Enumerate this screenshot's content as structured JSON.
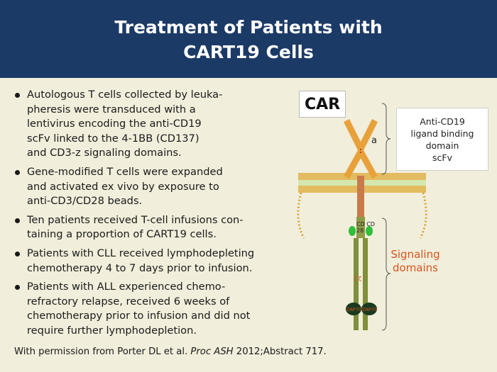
{
  "title": {
    "line1": "Treatment of Patients with",
    "line2": "CART19 Cells"
  },
  "bullets": [
    {
      "lines": [
        "Autologous T cells collected by leuka-",
        "pheresis were transduced with a",
        "lentivirus encoding the anti-CD19",
        "scFv linked to the 4-1BB (CD137)",
        "and CD3-z signaling domains."
      ]
    },
    {
      "lines": [
        "Gene-modified T cells were expanded",
        "and activated ex vivo by exposure to",
        "anti-CD3/CD28 beads."
      ]
    },
    {
      "lines": [
        "Ten patients received T-cell infusions con-",
        "taining a proportion of CART19 cells."
      ]
    },
    {
      "lines": [
        "Patients with CLL received lymphodepleting",
        "chemotherapy 4 to 7 days prior to infusion."
      ]
    },
    {
      "lines": [
        "Patients with ALL experienced chemo-",
        "refractory relapse, received 6 weeks of",
        "chemotherapy prior to infusion and did not",
        "require further lymphodepletion."
      ]
    }
  ],
  "citation": {
    "prefix": "With permission from Porter DL et al. ",
    "journal": "Proc ASH",
    "suffix": " 2012;Abstract 717."
  },
  "diagram": {
    "car_label": "CAR",
    "ligand_lines": [
      "Anti-CD19",
      "ligand binding",
      "domain",
      "scFv"
    ],
    "signaling_lines": [
      "Signaling",
      "domains"
    ],
    "domain_labels": {
      "scfv_letter": "a",
      "co_stim": "CD CD",
      "co_stim_2": "28",
      "zeta": "ζ  ζ",
      "zap_left": "ZAP70",
      "zap_right": "ZAP70"
    },
    "colors": {
      "membrane": "#d9a23a",
      "scfv": "#e8a13a",
      "stalk": "#c97a4a",
      "tail": "#7f8f3a",
      "green_dot": "#2fbf3a",
      "zap": "#1b3a20",
      "label_orange": "#d9541e"
    }
  }
}
